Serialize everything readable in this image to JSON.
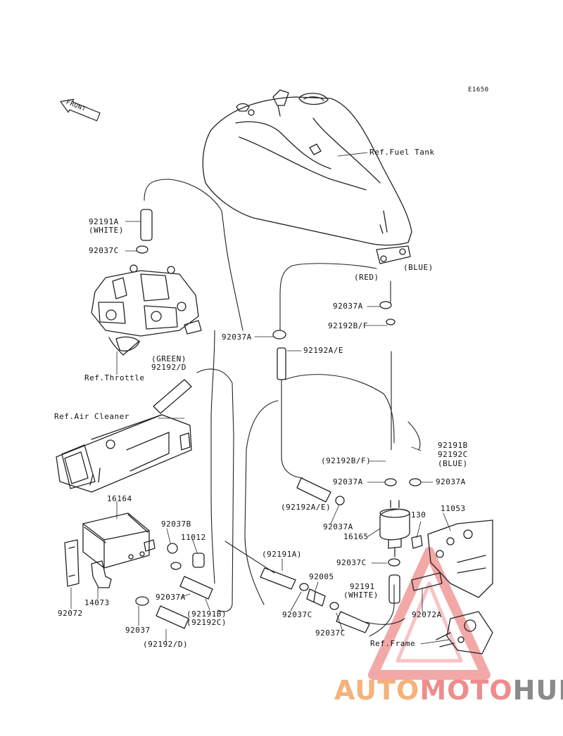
{
  "diagram_code": "E1650",
  "front_label": "FRONT",
  "labels": {
    "ref_fuel_tank": "Ref.Fuel Tank",
    "p92191A": "92191A",
    "white_1": "(WHITE)",
    "p92037C_1": "92037C",
    "red": "(RED)",
    "blue_1": "(BLUE)",
    "p92037A_1": "92037A",
    "p92192BF_1": "92192B/F",
    "p92037A_2": "92037A",
    "p92192AE_1": "92192A/E",
    "green": "(GREEN)",
    "p92192D_1": "92192/D",
    "ref_throttle": "Ref.Throttle",
    "ref_air_cleaner": "Ref.Air Cleaner",
    "p92191B_1": "92191B",
    "p92192C_1": "92192C",
    "p92192BF_2": "(92192B/F)",
    "blue_2": "(BLUE)",
    "p92037A_3": "92037A",
    "p92037A_4": "92037A",
    "p92192AE_2": "(92192A/E)",
    "p92037A_5": "92037A",
    "p16165": "16165",
    "p130": "130",
    "p11053": "11053",
    "p16164": "16164",
    "p92037B": "92037B",
    "p11012": "11012",
    "p92191A_2": "(92191A)",
    "p92037C_2": "92037C",
    "p92005": "92005",
    "p92191": "92191",
    "white_2": "(WHITE)",
    "p92037C_3": "92037C",
    "p92072A": "92072A",
    "p92037C_4": "92037C",
    "ref_frame": "Ref.Frame",
    "p92037A_6": "92037A",
    "p92191B_2": "(92191B)",
    "p92192C_2": "(92192C)",
    "p92192D_2": "(92192/D)",
    "p92037": "92037",
    "p14073": "14073",
    "p92072": "92072"
  },
  "watermark": {
    "part1": "AUTO",
    "part2": "MOTO",
    "part3": "HUB"
  },
  "colors": {
    "line": "#222222",
    "watermark_orange": "#f5b27a",
    "watermark_red": "#f08c8c",
    "watermark_gray": "#8a8a8a"
  }
}
